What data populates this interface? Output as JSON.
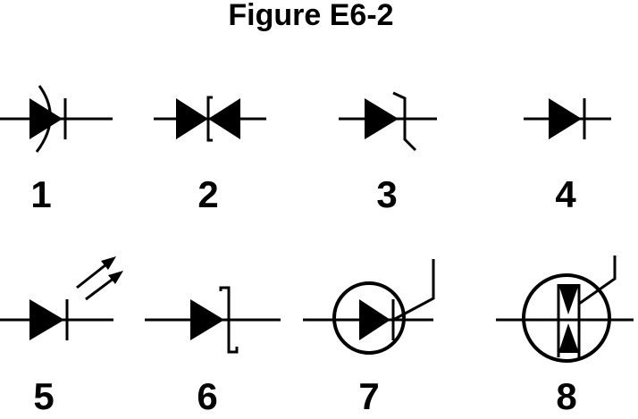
{
  "title": "Figure E6-2",
  "symbols": [
    {
      "label": "1",
      "icon": "varactor-diode-icon"
    },
    {
      "label": "2",
      "icon": "tunnel-diode-icon"
    },
    {
      "label": "3",
      "icon": "zener-diode-icon"
    },
    {
      "label": "4",
      "icon": "diode-icon"
    },
    {
      "label": "5",
      "icon": "led-icon"
    },
    {
      "label": "6",
      "icon": "schottky-diode-icon"
    },
    {
      "label": "7",
      "icon": "scr-icon"
    },
    {
      "label": "8",
      "icon": "triac-icon"
    }
  ]
}
